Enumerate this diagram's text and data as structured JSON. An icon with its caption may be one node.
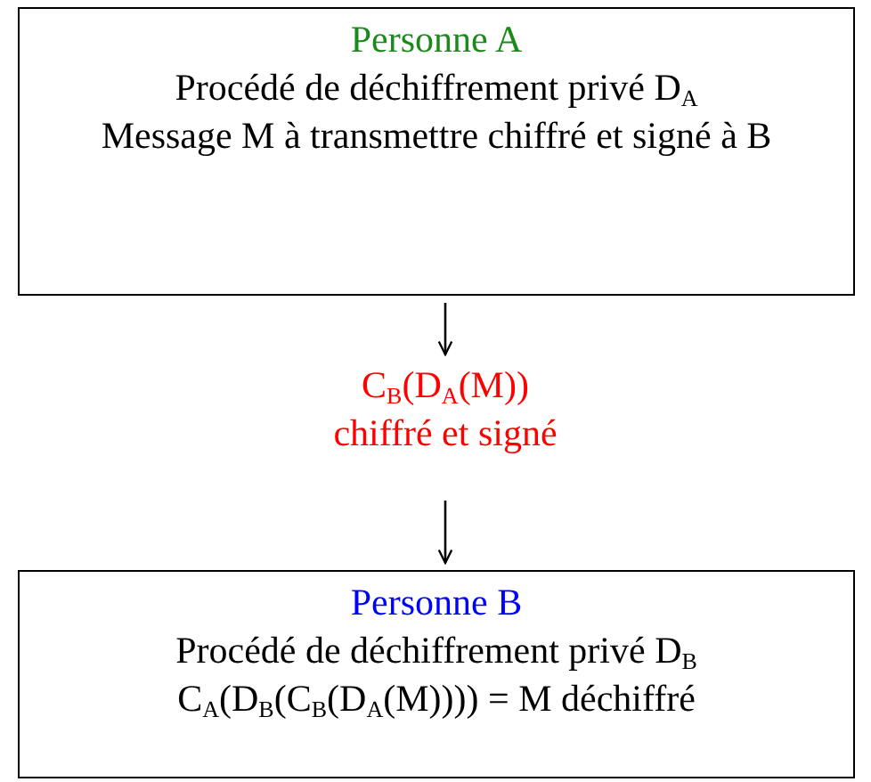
{
  "diagram": {
    "nodes": [
      {
        "text": [
          "Personne A",
          "Procédé de déchiffrement privé D$_{A}$",
          "Message M à transmettre chiffré et signé à B"
        ]
      },
      {
        "text": [
          "C$_{B}$(D$_{A}$(M))",
          "chiffré et signé"
        ]
      },
      {
        "text": [
          "Personne B",
          "Procédé de déchiffrement privé D$_{B}$",
          "C$_{A}$(D$_{B}$(C$_{B}$(D$_{A}$(M)))) = M déchiffré"
        ]
      }
    ],
    "edges": [
      {
        "from": 0,
        "to": 1,
        "arrow": "to"
      },
      {
        "from": 1,
        "to": 2,
        "arrow": "to"
      }
    ]
  }
}
